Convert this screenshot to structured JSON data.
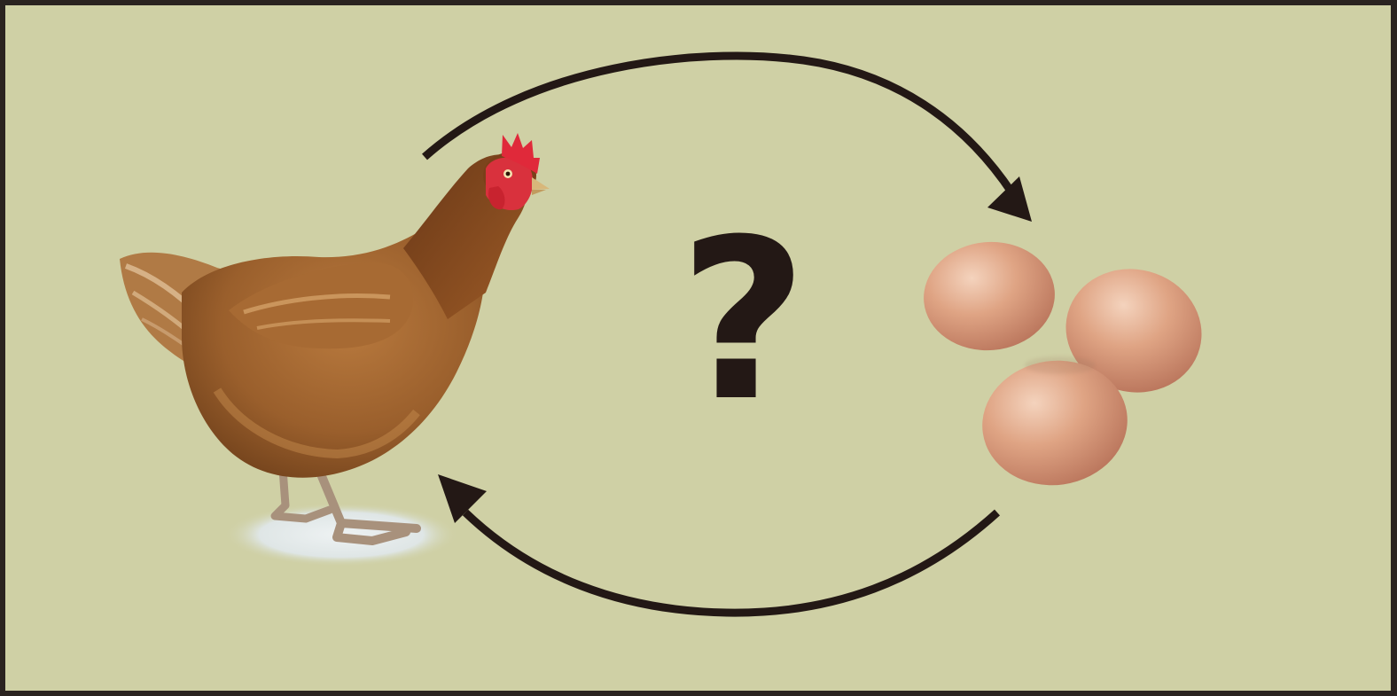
{
  "diagram": {
    "center_symbol": "?",
    "background_color": "#cfd0a5",
    "frame_color": "#2a2320",
    "arrow_color": "#231815",
    "nodes": [
      {
        "id": "chicken",
        "label": "",
        "icon": "hen-icon"
      },
      {
        "id": "eggs",
        "label": "",
        "icon": "eggs-icon"
      }
    ],
    "edges": [
      {
        "from": "chicken",
        "to": "eggs",
        "label": ""
      },
      {
        "from": "eggs",
        "to": "chicken",
        "label": ""
      }
    ]
  }
}
